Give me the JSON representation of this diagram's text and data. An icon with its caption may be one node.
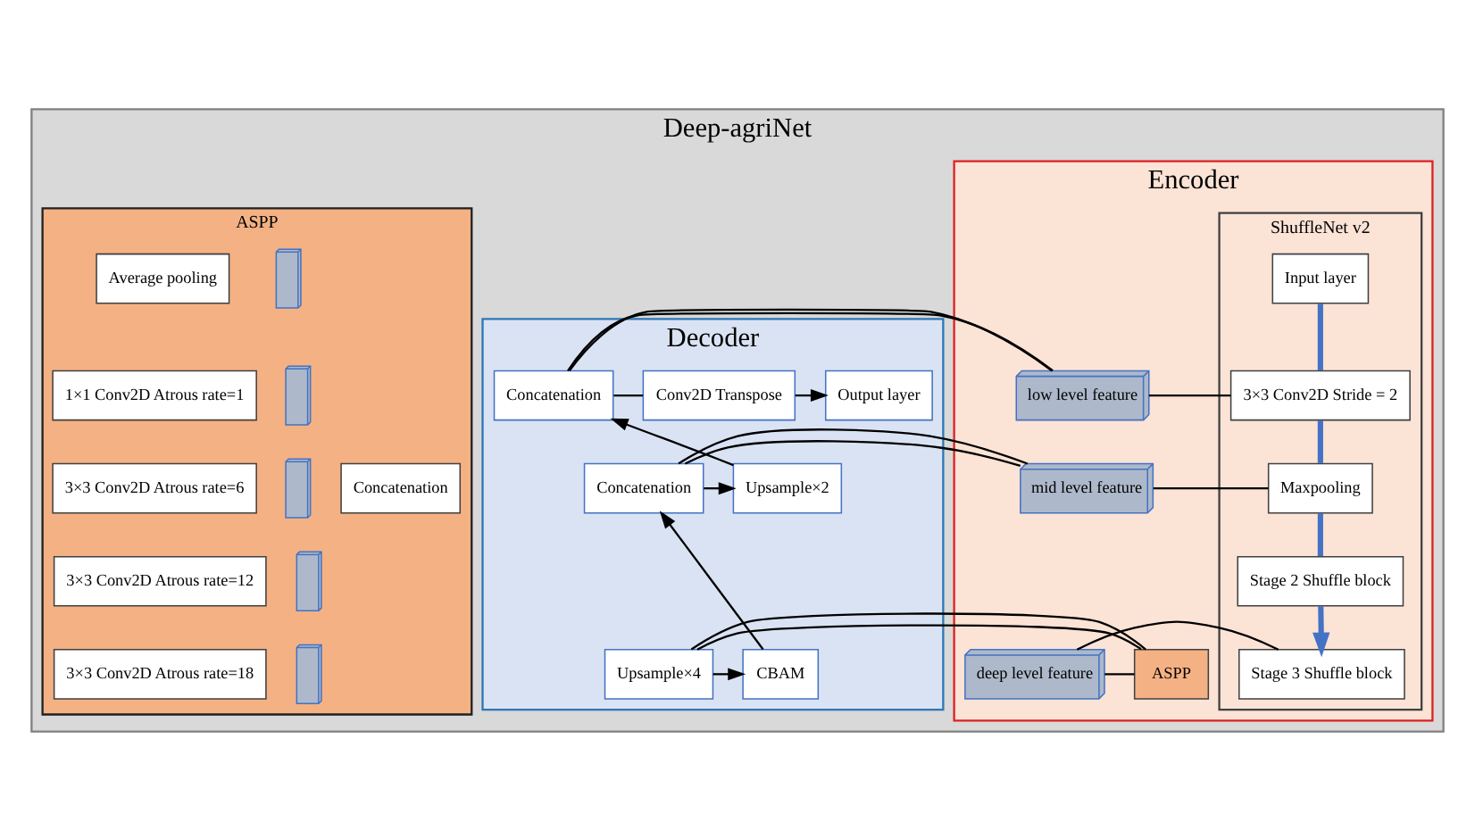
{
  "diagram": {
    "nodes": [
      {
        "text": [
          "Deep-agriNet"
        ]
      },
      {
        "text": [
          "Encoder"
        ],
        "in": 0
      },
      {
        "text": [
          "ShuffleNet v2"
        ],
        "in": 1
      },
      {
        "text": [
          "Input layer"
        ],
        "in": 2
      },
      {
        "text": [
          "3×3 Conv2D Stride = 2"
        ],
        "in": 2
      },
      {
        "text": [
          "Maxpooling"
        ],
        "in": 2
      },
      {
        "text": [
          "Stage 2 Shuffle block"
        ],
        "in": 2
      },
      {
        "text": [
          "Stage 3 Shuffle block"
        ],
        "in": 2
      },
      {
        "text": [
          "low level feature"
        ],
        "in": 1
      },
      {
        "text": [
          "mid level feature"
        ],
        "in": 1
      },
      {
        "text": [
          "deep level feature"
        ],
        "in": 1
      },
      {
        "text": [
          "ASPP"
        ],
        "in": 1
      },
      {
        "text": [
          "Decoder"
        ],
        "in": 0
      },
      {
        "text": [
          "Upsample×4"
        ],
        "in": 12
      },
      {
        "text": [
          "CBAM"
        ],
        "in": 12
      },
      {
        "text": [
          "Concatenation"
        ],
        "in": 12
      },
      {
        "text": [
          "Upsample×2"
        ],
        "in": 12
      },
      {
        "text": [
          "Concatenation"
        ],
        "in": 12
      },
      {
        "text": [
          "Conv2D Transpose"
        ],
        "in": 12
      },
      {
        "text": [
          "Output layer"
        ],
        "in": 12
      },
      {
        "text": [
          "ASPP"
        ],
        "in": 0
      },
      {
        "text": [
          "Average pooling"
        ],
        "in": 20
      },
      {
        "text": [
          "1×1 Conv2D Atrous rate=1"
        ],
        "in": 20
      },
      {
        "text": [
          "3×3 Conv2D Atrous rate=6"
        ],
        "in": 20
      },
      {
        "text": [
          "3×3 Conv2D Atrous rate=12"
        ],
        "in": 20
      },
      {
        "text": [
          "3×3 Conv2D Atrous rate=18"
        ],
        "in": 20
      },
      {
        "text": [
          "Concatenation"
        ],
        "in": 20
      },
      {
        "text": [],
        "shape": "box",
        "in": 20
      },
      {
        "text": [],
        "shape": "box",
        "in": 20
      },
      {
        "text": [],
        "shape": "box",
        "in": 20
      },
      {
        "text": [],
        "shape": "box",
        "in": 20
      },
      {
        "text": [],
        "shape": "box",
        "in": 20
      }
    ],
    "edges": [
      {
        "from": 3,
        "to": 4,
        "arrow": "none",
        "style": "thick",
        "color": "#4472c4"
      },
      {
        "from": 4,
        "to": 5,
        "arrow": "none",
        "style": "thick",
        "color": "#4472c4"
      },
      {
        "from": 5,
        "to": 6,
        "arrow": "none",
        "style": "thick",
        "color": "#4472c4"
      },
      {
        "from": 6,
        "to": 7,
        "arrow": "to",
        "style": "thick",
        "color": "#4472c4"
      },
      {
        "from": 4,
        "to": 8,
        "arrow": "none"
      },
      {
        "from": 8,
        "to": 17,
        "arrow": "none"
      },
      {
        "from": 17,
        "to": 18,
        "arrow": "none"
      },
      {
        "from": 18,
        "to": 19,
        "arrow": "to"
      },
      {
        "from": 5,
        "to": 9,
        "arrow": "none"
      },
      {
        "from": 9,
        "to": 15,
        "arrow": "none"
      },
      {
        "from": 15,
        "to": 16,
        "arrow": "to"
      },
      {
        "from": 7,
        "to": 10,
        "arrow": "none"
      },
      {
        "from": 10,
        "to": 11,
        "arrow": "none"
      },
      {
        "from": 11,
        "to": 13,
        "arrow": "none"
      },
      {
        "from": 13,
        "to": 14,
        "arrow": "to"
      },
      {
        "from": 14,
        "to": 15,
        "arrow": "to"
      },
      {
        "from": 16,
        "to": 17,
        "arrow": "to"
      }
    ]
  }
}
